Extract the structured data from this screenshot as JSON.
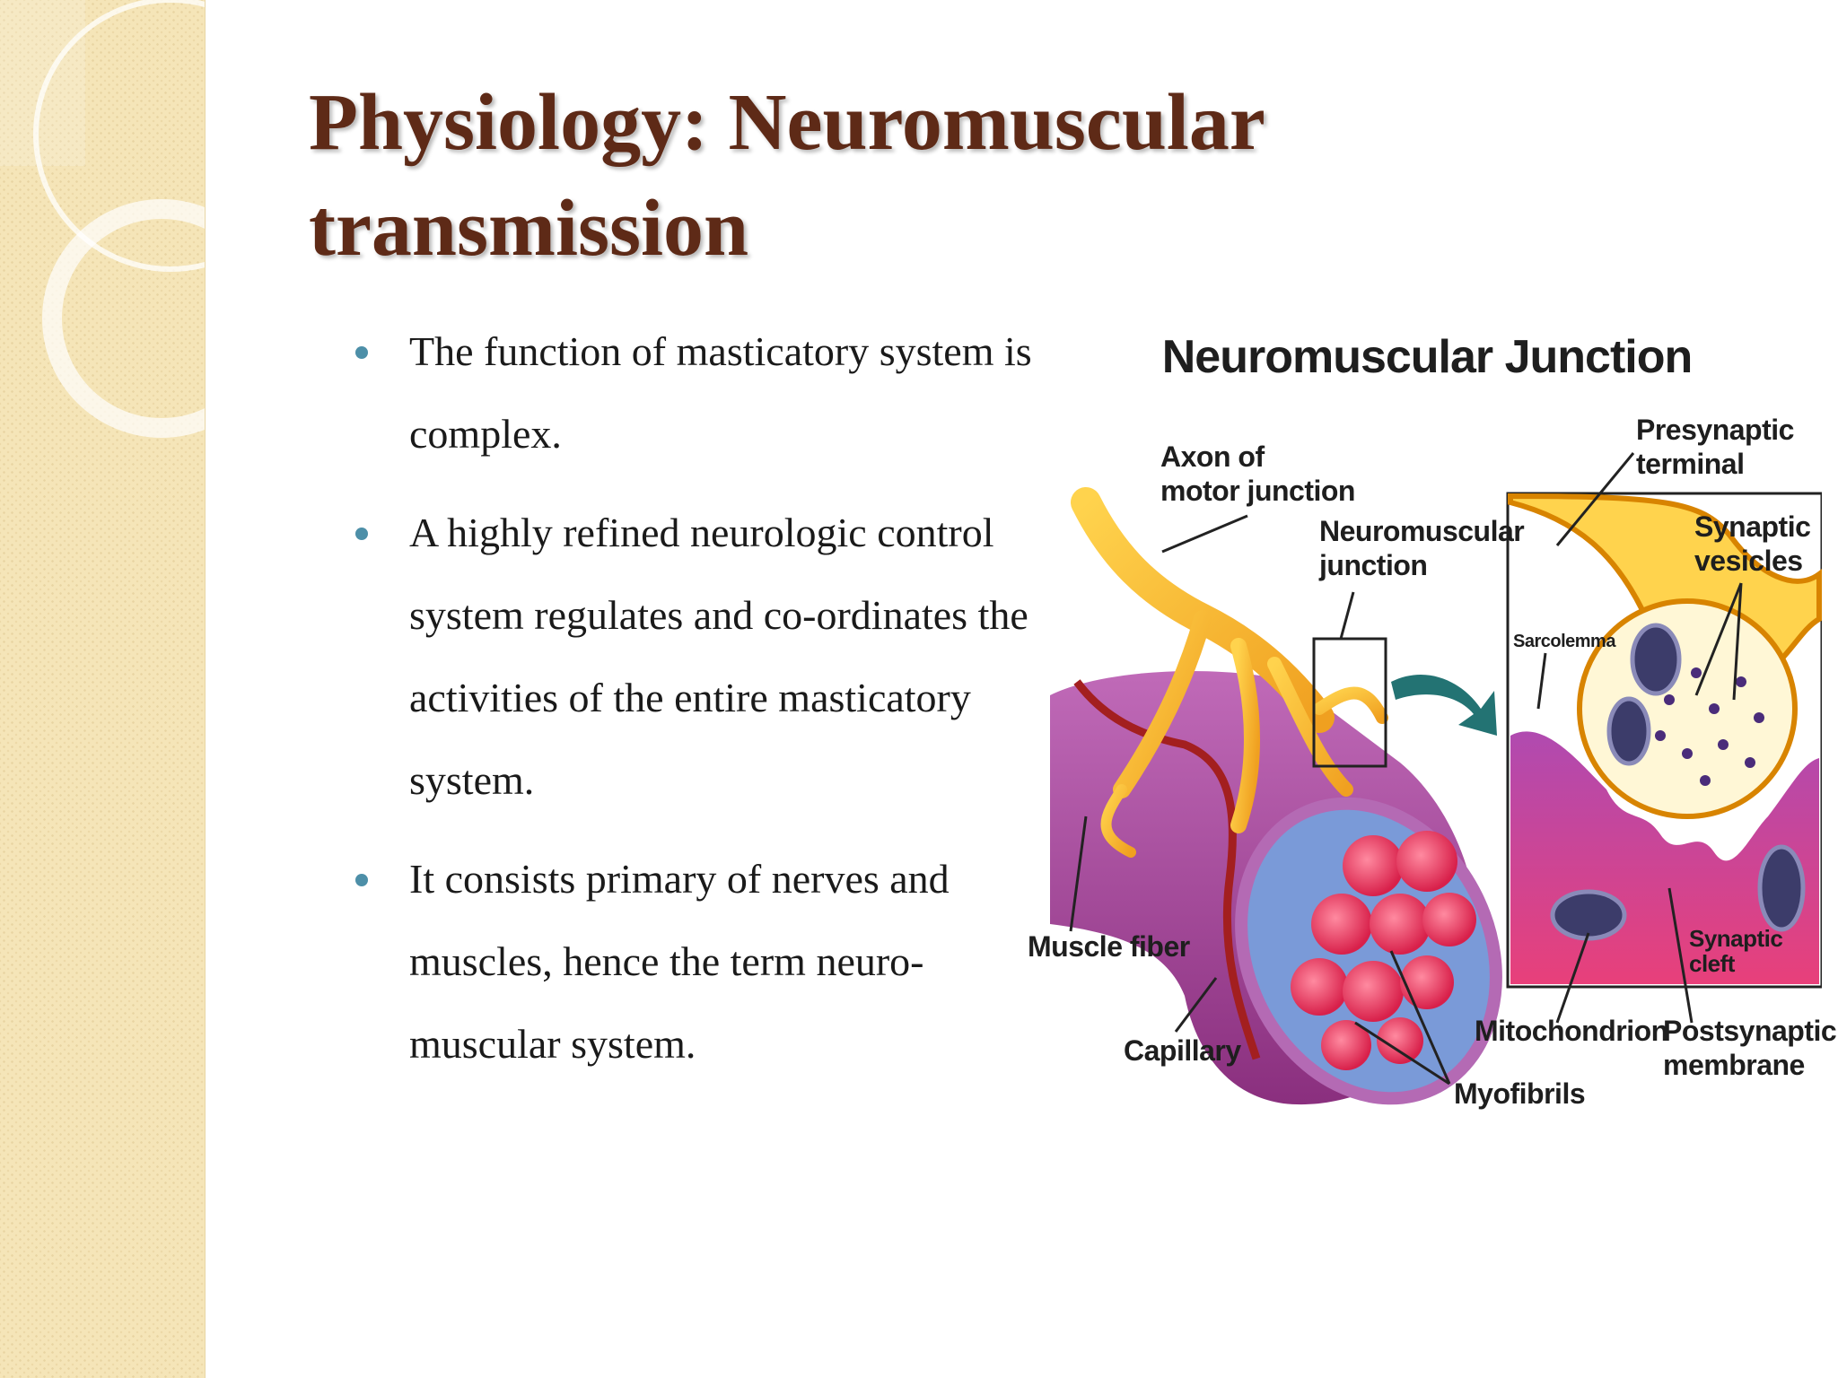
{
  "slide": {
    "title_line1": "Physiology: Neuromuscular",
    "title_line2": "transmission",
    "bullets": [
      "The function of masticatory system is complex.",
      "A highly refined neurologic control system regulates and co-ordinates the activities of the entire masticatory system.",
      "It consists primary of nerves and muscles, hence the term neuro-muscular system."
    ]
  },
  "figure": {
    "title": "Neuromuscular Junction",
    "labels": {
      "axon": [
        "Axon of",
        "motor junction"
      ],
      "nmj": [
        "Neuromuscular",
        "junction"
      ],
      "presynaptic": [
        "Presynaptic",
        "terminal"
      ],
      "vesicles": [
        "Synaptic",
        "vesicles"
      ],
      "sarcolemma": "Sarcolemma",
      "muscle_fiber": "Muscle fiber",
      "capillary": "Capillary",
      "myofibrils": "Myofibrils",
      "mitochondrion": "Mitochondrion",
      "cleft": [
        "Synaptic",
        "cleft"
      ],
      "postsynaptic": [
        "Postsynaptic",
        "membrane"
      ]
    }
  },
  "colors": {
    "title": "#5e2a17",
    "bullet": "#4d8fa8",
    "sidebar": "#f5e5b8"
  }
}
